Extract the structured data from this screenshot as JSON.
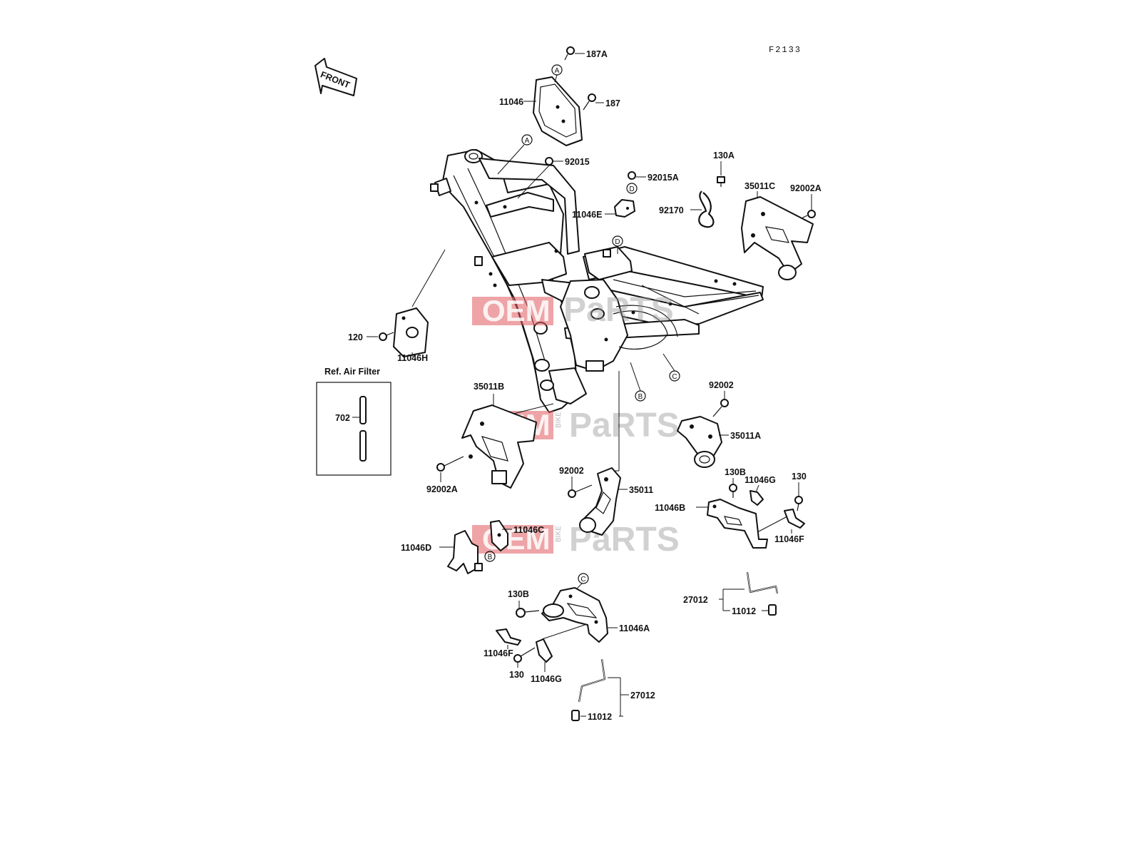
{
  "diagram_code": "F2133",
  "front_badge": "FRONT",
  "air_filter_box": {
    "title": "Ref. Air Filter",
    "part": "702"
  },
  "callout_letters": {
    "a": "A",
    "b": "B",
    "c": "C",
    "d": "D"
  },
  "labels": {
    "p187A": "187A",
    "p187": "187",
    "p11046_top": "11046",
    "p92015": "92015",
    "p92015A": "92015A",
    "p11046E": "11046E",
    "p130A": "130A",
    "p92170": "92170",
    "p35011C": "35011C",
    "p92002A_top": "92002A",
    "p120": "120",
    "p11046H": "11046H",
    "p35011B": "35011B",
    "p92002A_left": "92002A",
    "p92002_right": "92002",
    "p35011A": "35011A",
    "p92002_mid": "92002",
    "p35011": "35011",
    "p130B_right": "130B",
    "p11046G_right": "11046G",
    "p130_right": "130",
    "p11046B": "11046B",
    "p11046F_right": "11046F",
    "p11046C": "11046C",
    "p11046D": "11046D",
    "p130B_low": "130B",
    "p11046A": "11046A",
    "p11046F_low": "11046F",
    "p130_low": "130",
    "p11046G_low": "11046G",
    "p27012_right": "27012",
    "p11012_right": "11012",
    "p27012_low": "27012",
    "p11012_low": "11012"
  },
  "watermark": {
    "brand_left": "OEM",
    "brand_mid": "BIKE",
    "brand_right": "PaRTS"
  }
}
